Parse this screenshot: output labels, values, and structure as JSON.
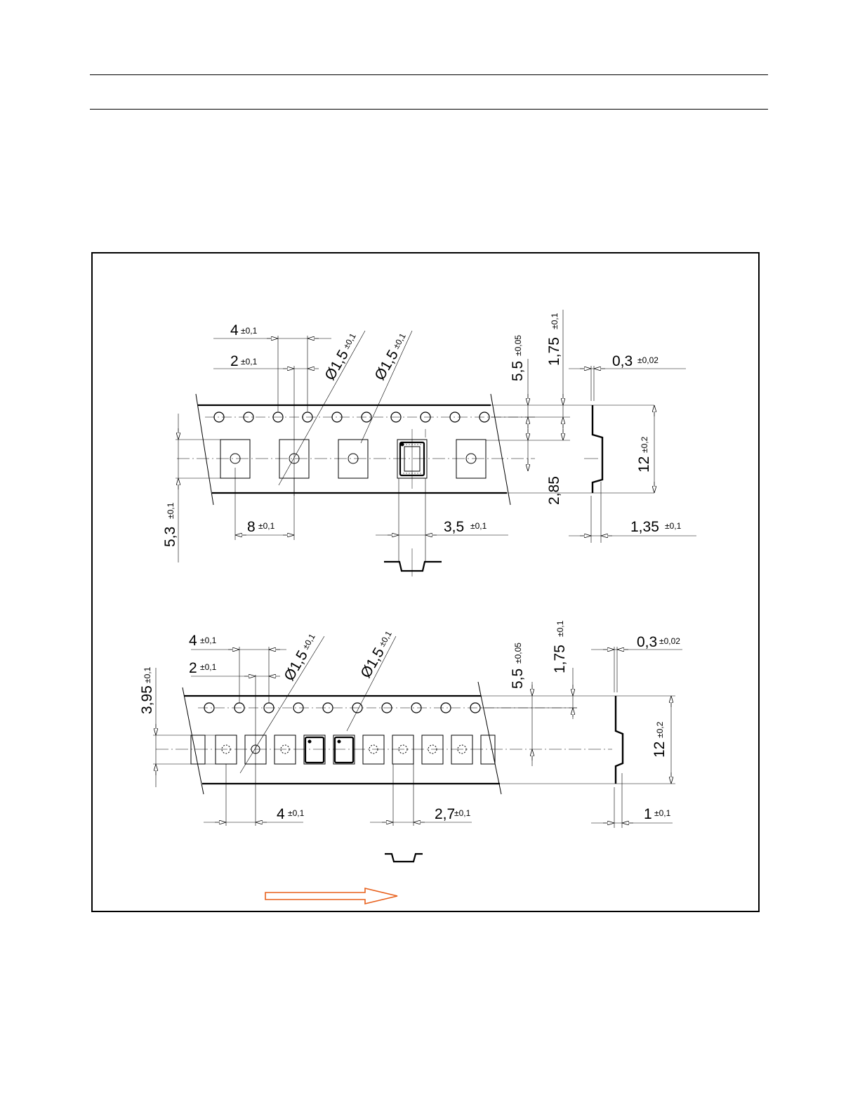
{
  "colors": {
    "line": "#000000",
    "arrow": "#e8601c"
  },
  "top": {
    "pitch_sprocket": {
      "value": "4",
      "tol": "±0,1"
    },
    "hole_offset": {
      "value": "2",
      "tol": "±0,1"
    },
    "hole_dia_1": {
      "value": "Ø1,5",
      "tol": "±0,1"
    },
    "hole_dia_2": {
      "value": "Ø1,5",
      "tol": "±0,1"
    },
    "row_distance": {
      "value": "5,5",
      "tol": "±0,05"
    },
    "edge_to_hole": {
      "value": "1,75",
      "tol": "±0,1"
    },
    "thickness": {
      "value": "0,3",
      "tol": "±0,02"
    },
    "tape_width": {
      "value": "12",
      "tol": "±0,2"
    },
    "pocket_depth_side": {
      "value": "2,85"
    },
    "pocket_pitch": {
      "value": "8",
      "tol": "±0,1"
    },
    "pocket_width": {
      "value": "3,5",
      "tol": "±0,1"
    },
    "pocket_depth": {
      "value": "1,35",
      "tol": "±0,1"
    },
    "pocket_length": {
      "value": "5,3",
      "tol": "±0,1"
    }
  },
  "bottom": {
    "pitch_sprocket": {
      "value": "4",
      "tol": "±0,1"
    },
    "hole_offset": {
      "value": "2",
      "tol": "±0,1"
    },
    "hole_dia_1": {
      "value": "Ø1,5",
      "tol": "±0,1"
    },
    "hole_dia_2": {
      "value": "Ø1,5",
      "tol": "±0,1"
    },
    "row_distance": {
      "value": "5,5",
      "tol": "±0,05"
    },
    "edge_to_hole": {
      "value": "1,75",
      "tol": "±0,1"
    },
    "thickness": {
      "value": "0,3",
      "tol": "±0,02"
    },
    "tape_width": {
      "value": "12",
      "tol": "±0,2"
    },
    "pocket_length": {
      "value": "3,95",
      "tol": "±0,1"
    },
    "pocket_pitch": {
      "value": "4",
      "tol": "±0,1"
    },
    "pocket_width": {
      "value": "2,7",
      "tol": "±0,1"
    },
    "pocket_depth": {
      "value": "1",
      "tol": "±0,1"
    }
  }
}
